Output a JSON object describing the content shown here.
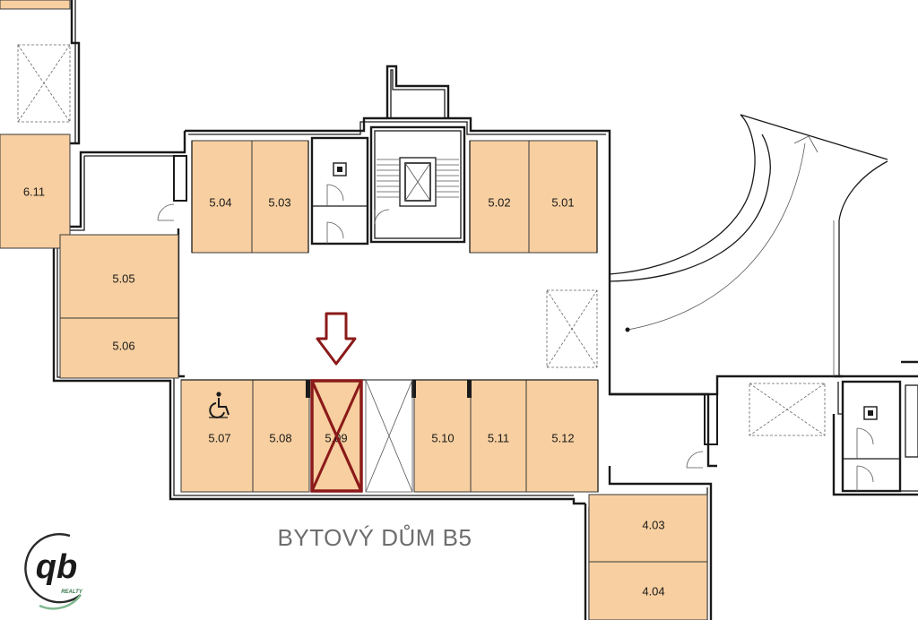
{
  "building_title": "BYTOVÝ DŮM B5",
  "logo": {
    "mark": "qb",
    "sub": "REALTY"
  },
  "colors": {
    "unit_fill": "#F7CFA0",
    "wall": "#1a1a1a",
    "highlight": "#8B1A1A"
  },
  "highlighted_unit": "5.09",
  "units": {
    "u611": "6.11",
    "u504": "5.04",
    "u503": "5.03",
    "u502": "5.02",
    "u501": "5.01",
    "u505": "5.05",
    "u506": "5.06",
    "u507": "5.07",
    "u508": "5.08",
    "u509": "5.09",
    "u510": "5.10",
    "u511": "5.11",
    "u512": "5.12",
    "u403": "4.03",
    "u404": "4.04"
  }
}
